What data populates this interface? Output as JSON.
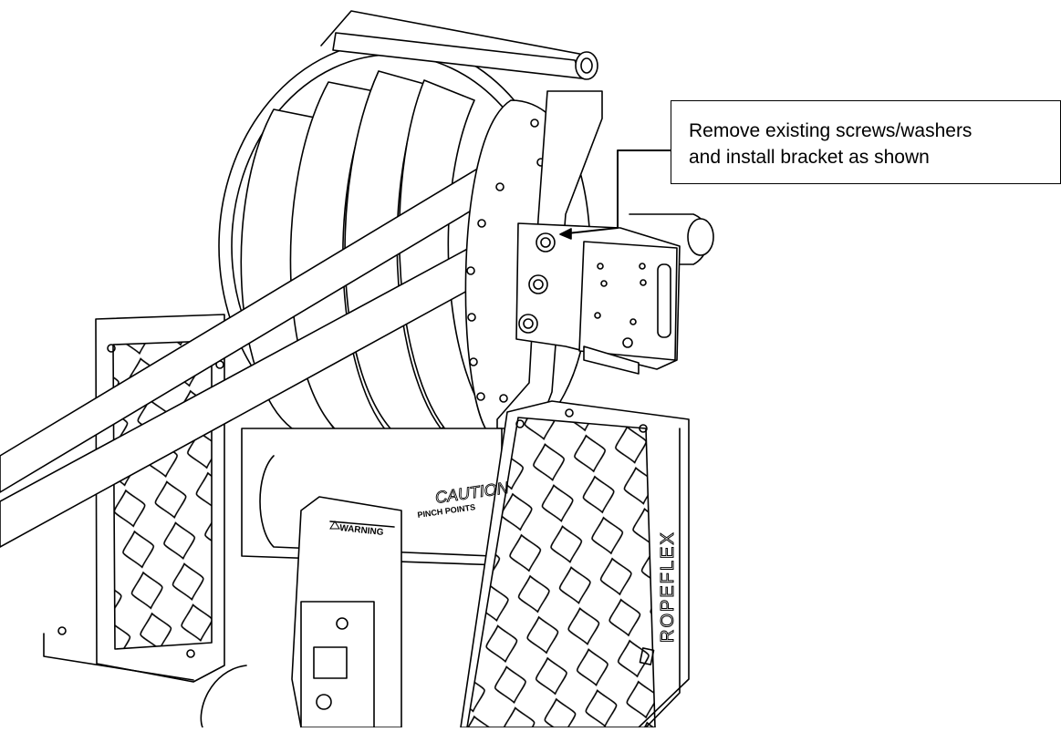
{
  "callout": {
    "line1": "Remove existing screws/washers",
    "line2": "and install bracket as shown"
  },
  "labels": {
    "caution": "CAUTION",
    "pinch_points": "PINCH POINTS",
    "warning": "WARNING",
    "brand": "ROPEFLEX"
  },
  "colors": {
    "line": "#000000",
    "background": "#ffffff"
  }
}
